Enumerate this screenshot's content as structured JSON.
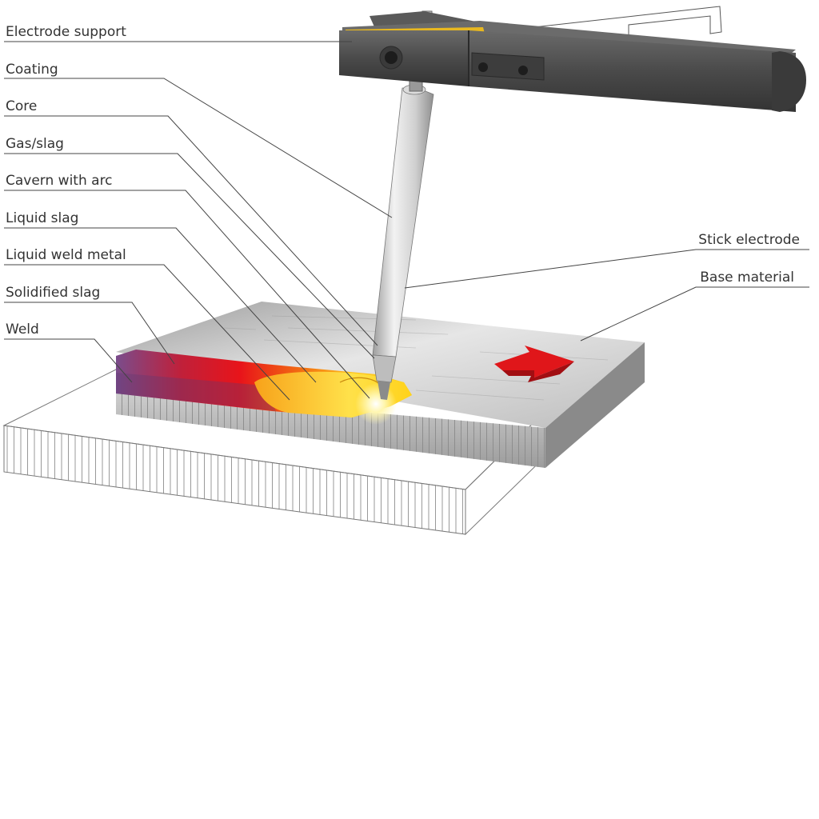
{
  "labels": {
    "electrode_support": "Electrode support",
    "coating": "Coating",
    "core": "Core",
    "gas_slag": "Gas/slag",
    "cavern_with_arc": "Cavern with arc",
    "liquid_slag": "Liquid slag",
    "liquid_weld_metal": "Liquid weld metal",
    "solidified_slag": "Solidified slag",
    "weld": "Weld",
    "stick_electrode": "Stick electrode",
    "base_material": "Base material"
  },
  "colors": {
    "holder": "#4a4a4a",
    "holder_accent": "#e8b820",
    "plate_top": "#c9c9c9",
    "plate_side": "#a9a9a9",
    "slag_solid": "#7a4c8c",
    "slag_hot": "#d8161c",
    "weld_pool": "#ffd21a",
    "arrow": "#e0161a"
  },
  "icons": {
    "direction": "red-arrow-icon"
  }
}
